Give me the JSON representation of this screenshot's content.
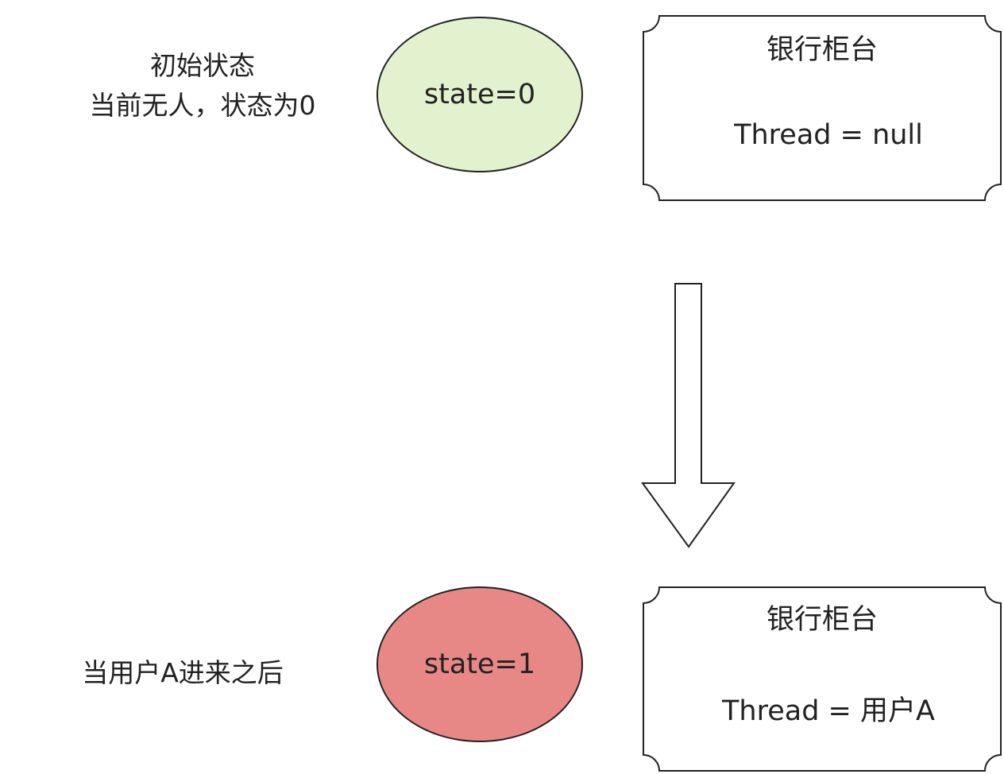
{
  "initial_state": {
    "caption_line1": "初始状态",
    "caption_line2": "当前无人，状态为0",
    "state_label": "state=0",
    "state_fill": "#e2f2cf",
    "counter_title": "银行柜台",
    "counter_thread": "Thread = null"
  },
  "after_state": {
    "caption": "当用户A进来之后",
    "state_label": "state=1",
    "state_fill": "#e88886",
    "counter_title": "银行柜台",
    "counter_thread": "Thread = 用户A"
  },
  "colors": {
    "outline": "#222222",
    "arrow_fill": "#ffffff",
    "background": "#ffffff"
  },
  "icons": {
    "transition": "down-arrow-icon"
  }
}
